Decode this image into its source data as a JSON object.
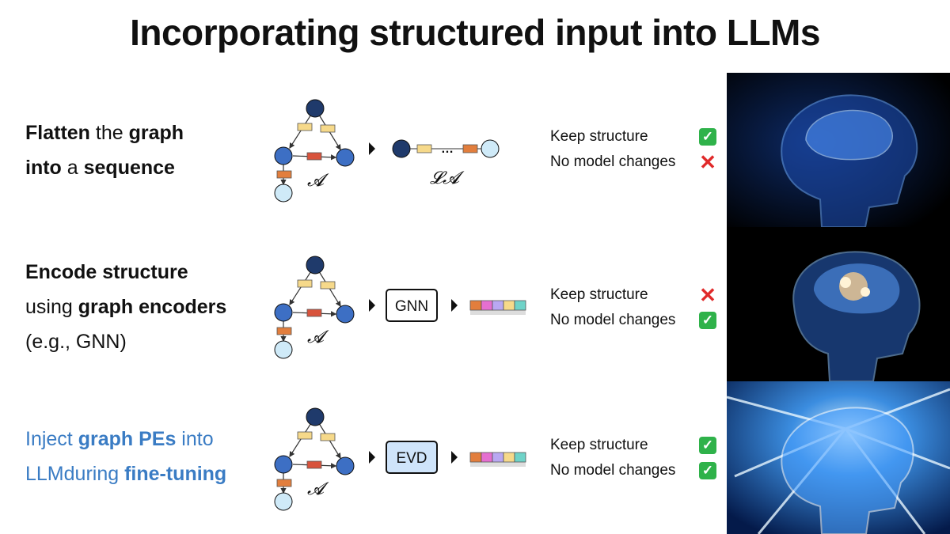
{
  "title": "Incorporating structured input into LLMs",
  "rows": [
    {
      "desc_lines": [
        [
          {
            "t": "Flatten",
            "b": true
          },
          {
            "t": " the ",
            "b": false
          },
          {
            "t": "graph",
            "b": true
          }
        ],
        [
          {
            "t": "into",
            "b": true
          },
          {
            "t": " a ",
            "b": false
          },
          {
            "t": "sequence",
            "b": true
          }
        ]
      ],
      "graph_label": "𝓐",
      "seq_label": "𝓛𝓐",
      "ellipsis": "…",
      "keep_structure": "Keep structure",
      "keep_structure_ok": true,
      "no_model_changes": "No model changes",
      "no_model_changes_ok": false
    },
    {
      "desc_lines": [
        [
          {
            "t": "Encode structure",
            "b": true
          }
        ],
        [
          {
            "t": "using ",
            "b": false
          },
          {
            "t": "graph encoders",
            "b": true
          }
        ],
        [
          {
            "t": "(e.g., GNN)",
            "b": false
          }
        ]
      ],
      "graph_label": "𝓐",
      "encoder_label": "GNN",
      "keep_structure": "Keep structure",
      "keep_structure_ok": false,
      "no_model_changes": "No model changes",
      "no_model_changes_ok": true
    },
    {
      "desc_lines": [
        [
          {
            "t": "Inject ",
            "b": false
          },
          {
            "t": "graph PEs",
            "b": true
          },
          {
            "t": " into",
            "b": false
          }
        ],
        [
          {
            "t": "LLMduring ",
            "b": false
          },
          {
            "t": "fine-tuning",
            "b": true
          }
        ]
      ],
      "graph_label": "𝓐",
      "encoder_label": "EVD",
      "keep_structure": "Keep structure",
      "keep_structure_ok": true,
      "no_model_changes": "No model changes",
      "no_model_changes_ok": true
    }
  ],
  "marks": {
    "yes": "✓",
    "no": "✕"
  },
  "colors": {
    "node_dark": "#1f3a6b",
    "node_mid": "#3d6fc4",
    "node_light": "#cfeaf8",
    "edge_yellow": "#f6d98a",
    "edge_orange": "#e27e3d",
    "edge_red": "#d8533c",
    "evd_fill": "#cfe4fa",
    "text_blue": "#3a7cc4"
  }
}
